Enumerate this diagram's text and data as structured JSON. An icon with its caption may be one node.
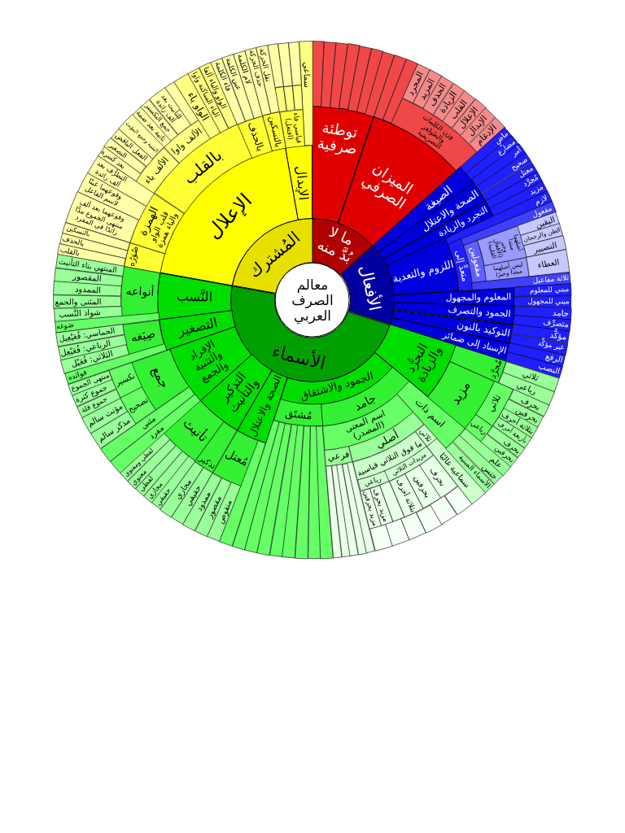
{
  "diagram": {
    "nodes": [
      {
        "text": [
          "معالم الصرف العربي"
        ]
      },
      {
        "text": [
          "ما لا بُدَّ منه"
        ]
      },
      {
        "text": [
          "توطئة صرفية"
        ]
      },
      {
        "text": [],
        "shape": "box"
      },
      {
        "text": [],
        "shape": "box"
      },
      {
        "text": [],
        "shape": "box"
      },
      {
        "text": [],
        "shape": "box"
      },
      {
        "text": [],
        "shape": "box"
      },
      {
        "text": [],
        "shape": "box"
      },
      {
        "text": [],
        "shape": "box"
      },
      {
        "text": [
          "الميزان الصرفي"
        ]
      },
      {
        "text": [],
        "shape": "box"
      },
      {
        "text": [],
        "shape": "box"
      },
      {
        "text": [
          "وزن الكلمات والظواهر التصريفية"
        ]
      },
      {
        "text": [
          "المجرد"
        ]
      },
      {
        "text": [
          "المزيد"
        ]
      },
      {
        "text": [
          "الحذف"
        ]
      },
      {
        "text": [
          "الزيادة"
        ]
      },
      {
        "text": [
          "القلب"
        ]
      },
      {
        "text": [
          "الإعلال"
        ]
      },
      {
        "text": [
          "الإبدال"
        ]
      },
      {
        "text": [
          "الإدغام"
        ]
      },
      {
        "text": [
          "المُشترك"
        ]
      },
      {
        "text": [
          "الإبدال"
        ]
      },
      {
        "text": [
          "سماعي"
        ]
      },
      {
        "text": [
          "قياسي فاء (افتعل)"
        ]
      },
      {
        "text": [],
        "shape": "box"
      },
      {
        "text": [],
        "shape": "box"
      },
      {
        "text": [],
        "shape": "box"
      },
      {
        "text": [],
        "shape": "box"
      },
      {
        "text": [],
        "shape": "box"
      },
      {
        "text": [],
        "shape": "box"
      },
      {
        "text": [
          "الإعلال"
        ]
      },
      {
        "text": [
          "بالتسكين"
        ]
      },
      {
        "text": [
          "نقل الحركة"
        ]
      },
      {
        "text": [
          "حذف الحركة"
        ]
      },
      {
        "text": [
          "بالحذف"
        ]
      },
      {
        "text": [
          "لام الكلمة"
        ]
      },
      {
        "text": [
          "عين الكلمة"
        ]
      },
      {
        "text": [
          "فاء الكلمة"
        ]
      },
      {
        "text": [
          "بالقلب"
        ]
      },
      {
        "text": [
          "الواو والياء ألفا"
        ]
      },
      {
        "text": [
          "الياء الساكنة واوا"
        ]
      },
      {
        "text": [
          "الواو ياء"
        ]
      },
      {
        "text": [
          "الألف واوا"
        ]
      },
      {
        "text": [],
        "shape": "box"
      },
      {
        "text": [
          "للتأنيث بعد ألف زائدة"
        ]
      },
      {
        "text": [
          "جمع التكسير"
        ]
      },
      {
        "text": [
          "ثانية بعد ضمة"
        ]
      },
      {
        "text": [
          "الألف ياء"
        ]
      },
      {
        "text": [
          "التثنية وجمع المؤنث"
        ]
      },
      {
        "text": [
          "الفعل الناقص"
        ]
      },
      {
        "text": [
          "التصغير"
        ]
      },
      {
        "text": [
          "بعد كسرة"
        ]
      },
      {
        "text": [
          "الهمزة",
          "قلب الواو والياء همزة"
        ]
      },
      {
        "text": [
          "التطرُّف بعد ألف زائدة"
        ]
      },
      {
        "text": [
          "وقوعهما عينًا لاسم الفاعل"
        ]
      },
      {
        "text": [
          "وقوعهما بعد ألف منتهى الجموع مدًّا زائدًا في المفرد"
        ]
      },
      {
        "text": [
          "صُوَرُه"
        ]
      },
      {
        "text": [
          "بالتسكين"
        ]
      },
      {
        "text": [
          "بالحذف"
        ]
      },
      {
        "text": [
          "بالقلب"
        ]
      },
      {
        "text": [
          "الأفعال"
        ]
      },
      {
        "text": [
          "الصيغة"
        ]
      },
      {
        "text": [
          "الصحة والاعتلال"
        ]
      },
      {
        "text": [
          "التجرد والزيادة"
        ]
      },
      {
        "text": [
          "اللزوم والتعدية"
        ]
      },
      {
        "text": [
          "المعلوم والمجهول"
        ]
      },
      {
        "text": [
          "الجمود والتصرف"
        ]
      },
      {
        "text": [
          "التوكيد بالنون"
        ]
      },
      {
        "text": [
          "الإسناد إلى ضمائر"
        ]
      },
      {
        "text": [
          "ماضٍ"
        ]
      },
      {
        "text": [
          "مضارع"
        ]
      },
      {
        "text": [
          "أمر"
        ]
      },
      {
        "text": [
          "صحيح"
        ]
      },
      {
        "text": [
          "معتل"
        ]
      },
      {
        "text": [
          "مُجرَّد"
        ]
      },
      {
        "text": [
          "مزيد"
        ]
      },
      {
        "text": [
          "لازم"
        ]
      },
      {
        "text": [
          "متعدٍّ إلى"
        ]
      },
      {
        "text": [
          "مفعول"
        ]
      },
      {
        "text": [
          "مفعولين"
        ]
      },
      {
        "text": [
          "أصلهما مبتدأ وخبر (الأفعال القلبية)"
        ]
      },
      {
        "text": [
          "ليس أصلهما مبتدأ وخبرًا"
        ]
      },
      {
        "text": [
          "اليقين"
        ]
      },
      {
        "text": [
          "الظن والرجحان"
        ]
      },
      {
        "text": [
          "التصيير"
        ]
      },
      {
        "text": [
          "العطاء"
        ]
      },
      {
        "text": [
          "ثلاثة مفاعيل"
        ]
      },
      {
        "text": [
          "مبني للمعلوم"
        ]
      },
      {
        "text": [
          "مبني للمجهول"
        ]
      },
      {
        "text": [
          "جامد"
        ]
      },
      {
        "text": [
          "متصرِّف"
        ]
      },
      {
        "text": [
          "مؤكَّد"
        ]
      },
      {
        "text": [
          "غير مؤكَّد"
        ]
      },
      {
        "text": [
          "الرفع"
        ]
      },
      {
        "text": [
          "النصب"
        ]
      },
      {
        "text": [
          "الأسماء"
        ]
      },
      {
        "text": [
          "النَّسب"
        ]
      },
      {
        "text": [
          "أنواعه"
        ]
      },
      {
        "text": [
          "المنتهي بتاء التأنيث"
        ]
      },
      {
        "text": [
          "المقصور"
        ]
      },
      {
        "text": [
          "الممدود"
        ]
      },
      {
        "text": [
          "المثنى والجمع"
        ]
      },
      {
        "text": [
          "شواذ النَّسب"
        ]
      },
      {
        "text": [
          "صَوغه"
        ]
      },
      {
        "text": [
          "التصغير"
        ]
      },
      {
        "text": [
          "صِيَغه"
        ]
      },
      {
        "text": [
          "الخماسي: فُعَيْعِيل"
        ]
      },
      {
        "text": [
          "الرباعي: فُعَيْعِل"
        ]
      },
      {
        "text": [
          "الثلاثي: فُعَيْل"
        ]
      },
      {
        "text": [
          "فوائده"
        ]
      },
      {
        "text": [
          "الإفراد والتثنية والجمع"
        ]
      },
      {
        "text": [
          "جمع"
        ]
      },
      {
        "text": [
          "تكسير"
        ]
      },
      {
        "text": [
          "منتهى الجموع"
        ]
      },
      {
        "text": [
          "جموع كثرة"
        ]
      },
      {
        "text": [
          "جموع قلة"
        ]
      },
      {
        "text": [
          "تصحيح"
        ]
      },
      {
        "text": [
          "مؤنث سالم"
        ]
      },
      {
        "text": [
          "مذكر سالم"
        ]
      },
      {
        "text": [
          "مثنى"
        ]
      },
      {
        "text": [
          "مفرد"
        ]
      },
      {
        "text": [
          "التذكير والتأنيث"
        ]
      },
      {
        "text": [
          "تأنيث"
        ]
      },
      {
        "text": [
          "لفظي ومعنوي"
        ]
      },
      {
        "text": [
          "معنوي"
        ]
      },
      {
        "text": [
          "لفظي"
        ]
      },
      {
        "text": [
          "مجازي"
        ]
      },
      {
        "text": [
          "حقيقي"
        ]
      },
      {
        "text": [
          "تذكير"
        ]
      },
      {
        "text": [
          "مجازي"
        ]
      },
      {
        "text": [
          "حقيقي"
        ]
      },
      {
        "text": [
          "الصحة والاعتلال"
        ]
      },
      {
        "text": [
          "مُعتل"
        ]
      },
      {
        "text": [
          "ممدود"
        ]
      },
      {
        "text": [
          "مقصور"
        ]
      },
      {
        "text": [
          "منقوص"
        ]
      },
      {
        "text": [],
        "shape": "box"
      },
      {
        "text": [
          "الجمود والاشتقاق"
        ]
      },
      {
        "text": [
          "مُشتَق"
        ]
      },
      {
        "text": [],
        "shape": "box"
      },
      {
        "text": [],
        "shape": "box"
      },
      {
        "text": [],
        "shape": "box"
      },
      {
        "text": [],
        "shape": "box"
      },
      {
        "text": [],
        "shape": "box"
      },
      {
        "text": [],
        "shape": "box"
      },
      {
        "text": [],
        "shape": "box"
      },
      {
        "text": [],
        "shape": "box"
      },
      {
        "text": [
          "جامد"
        ]
      },
      {
        "text": [
          "اسم المعنى (المصدر)"
        ]
      },
      {
        "text": [
          "فرعي"
        ]
      },
      {
        "text": [],
        "shape": "box"
      },
      {
        "text": [],
        "shape": "box"
      },
      {
        "text": [],
        "shape": "box"
      },
      {
        "text": [],
        "shape": "box"
      },
      {
        "text": [],
        "shape": "box"
      },
      {
        "text": [
          "أصلي"
        ]
      },
      {
        "text": [
          "ما فوق الثلاثي قياسية"
        ]
      },
      {
        "text": [
          "رباعي"
        ]
      },
      {
        "text": [
          "مزيد بحرفين"
        ]
      },
      {
        "text": [
          "مزيد بحرف"
        ]
      },
      {
        "text": [],
        "shape": "box"
      },
      {
        "text": [
          "مزيدات الثلاثي"
        ]
      },
      {
        "text": [
          "بثلاثة أحرف"
        ]
      },
      {
        "text": [
          "بحرفين"
        ]
      },
      {
        "text": [
          "بحرف"
        ]
      },
      {
        "text": [],
        "shape": "box"
      },
      {
        "text": [],
        "shape": "box"
      },
      {
        "text": [],
        "shape": "box"
      },
      {
        "text": [],
        "shape": "box"
      },
      {
        "text": [],
        "shape": "box"
      },
      {
        "text": [],
        "shape": "box"
      },
      {
        "text": [
          "ثلاثي"
        ]
      },
      {
        "text": [
          "سماعية غالبًا"
        ]
      },
      {
        "text": [
          "اسم ذات"
        ]
      },
      {
        "text": [
          "الأسماء المبنية"
        ]
      },
      {
        "text": [
          "جنس"
        ]
      },
      {
        "text": [
          "علم"
        ]
      },
      {
        "text": [
          "التجرُّد والزيادة"
        ]
      },
      {
        "text": [
          "مُجرَّد"
        ]
      },
      {
        "text": [
          "ثلاثي"
        ]
      },
      {
        "text": [
          "رباعي"
        ]
      },
      {
        "text": [
          "مزيد"
        ]
      },
      {
        "text": [
          "ثلاثي"
        ]
      },
      {
        "text": [
          "بحرف"
        ]
      },
      {
        "text": [
          "بحرفين"
        ]
      },
      {
        "text": [
          "بثلاثة أحرف"
        ]
      },
      {
        "text": [
          "بأربعة أحرف"
        ]
      },
      {
        "text": [
          "رباعي"
        ]
      },
      {
        "text": [
          "بحرف"
        ]
      },
      {
        "text": [
          "بحرفين"
        ]
      }
    ]
  }
}
